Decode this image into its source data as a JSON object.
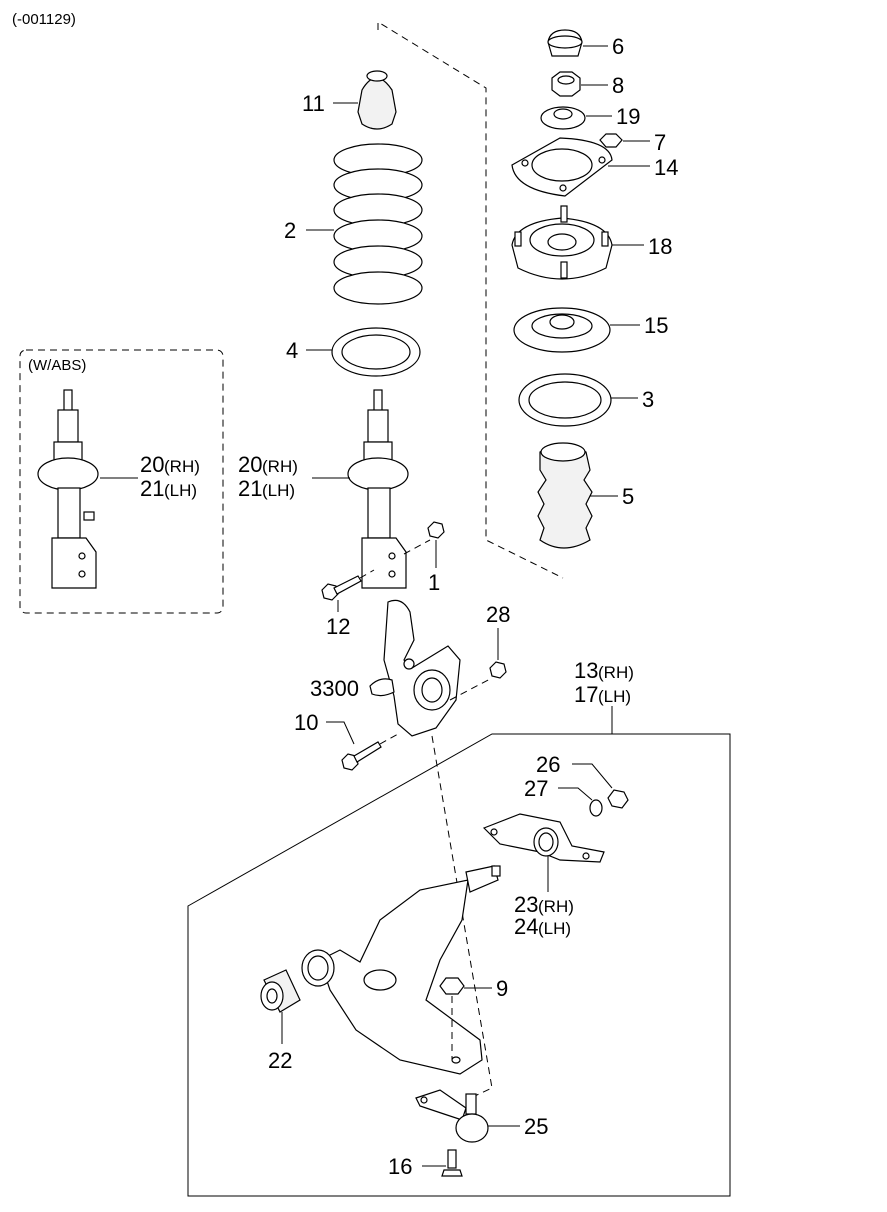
{
  "header": {
    "code": "(-001129)"
  },
  "inset": {
    "label": "(W/ABS)",
    "part_rh": "20",
    "rh": "(RH)",
    "part_lh": "21",
    "lh": "(LH)"
  },
  "callouts": {
    "c6": "6",
    "c8": "8",
    "c19": "19",
    "c7": "7",
    "c14": "14",
    "c18": "18",
    "c15": "15",
    "c3": "3",
    "c5": "5",
    "c11": "11",
    "c2": "2",
    "c4": "4",
    "c1": "1",
    "c12": "12",
    "c28": "28",
    "c3300": "3300",
    "c10": "10",
    "c26": "26",
    "c27": "27",
    "c9": "9",
    "c22": "22",
    "c25": "25",
    "c16": "16"
  },
  "strut": {
    "part_rh": "20",
    "rh": "(RH)",
    "part_lh": "21",
    "lh": "(LH)"
  },
  "arm": {
    "part_rh": "13",
    "rh": "(RH)",
    "part_lh": "17",
    "lh": "(LH)"
  },
  "bushing": {
    "part_rh": "23",
    "rh": "(RH)",
    "part_lh": "24",
    "lh": "(LH)"
  }
}
